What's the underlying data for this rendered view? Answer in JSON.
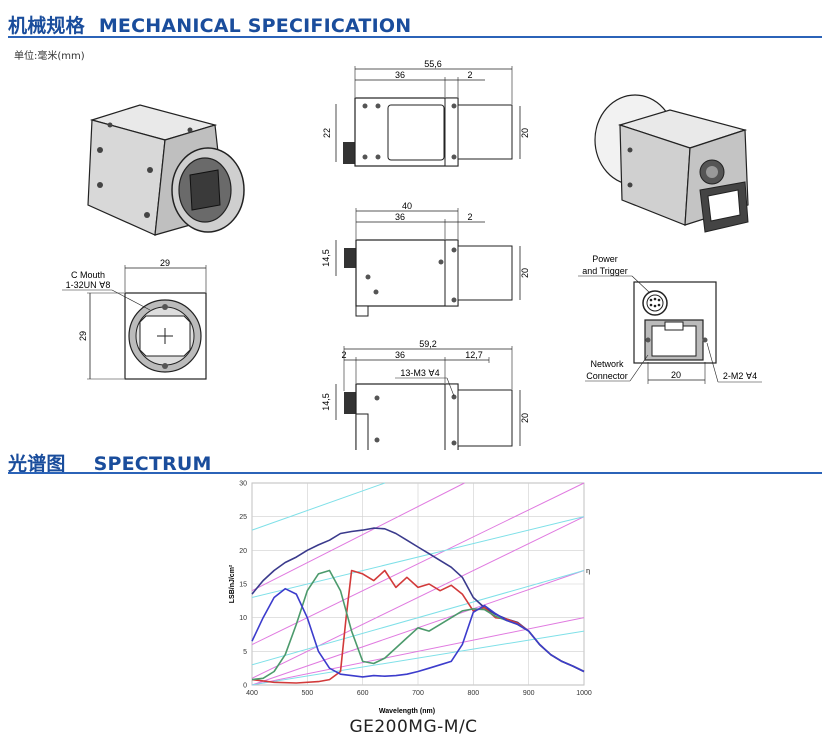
{
  "mechanical": {
    "title_cn": "机械规格",
    "title_en": "MECHANICAL SPECIFICATION",
    "unit_label": "单位:毫米(mm)"
  },
  "front_view": {
    "dim_width": "29",
    "dim_height": "29",
    "mount_label_1": "C Mouth",
    "mount_label_2": "1-32UN ∀8"
  },
  "top_view": {
    "dim_total": "55,6",
    "dim_body": "36",
    "dim_offset": "2",
    "dim_left": "22",
    "dim_right": "20"
  },
  "side_view": {
    "dim_total": "40",
    "dim_body": "36",
    "dim_offset": "2",
    "dim_left": "14,5",
    "dim_right": "20"
  },
  "bottom_view": {
    "dim_total": "59,2",
    "dim_left_off": "2",
    "dim_body": "36",
    "dim_right_off": "12,7",
    "hole_label": "13-M3 ∀4",
    "dim_left": "14,5",
    "dim_right": "20"
  },
  "rear_view": {
    "power_label_1": "Power",
    "power_label_2": "and Trigger",
    "network_label_1": "Network",
    "network_label_2": "Connector",
    "dim_width": "20",
    "screw_label": "2-M2 ∀4"
  },
  "spectrum": {
    "title_cn": "光谱图",
    "title_en": "SPECTRUM"
  },
  "chart_data": {
    "type": "line",
    "xlabel": "Wavelength (nm)",
    "ylabel": "LSB/nJ/cm²",
    "right_label": "η",
    "xlim": [
      400,
      1000
    ],
    "ylim": [
      0,
      30
    ],
    "x_ticks": [
      400,
      500,
      600,
      700,
      800,
      900,
      1000
    ],
    "y_ticks": [
      0,
      5,
      10,
      15,
      20,
      25,
      30
    ],
    "grid": true,
    "series": [
      {
        "color": "#3a3a8c",
        "x": [
          400,
          420,
          440,
          460,
          480,
          500,
          520,
          540,
          560,
          580,
          600,
          620,
          640,
          660,
          680,
          700,
          720,
          740,
          760,
          780,
          800,
          820,
          840,
          860,
          880,
          900,
          920,
          940,
          960,
          980,
          1000
        ],
        "y": [
          13.5,
          15.5,
          17,
          18.2,
          19,
          20,
          20.8,
          21.5,
          22.5,
          22.8,
          23,
          23.3,
          23.2,
          22.5,
          21.5,
          20.5,
          19.5,
          18.5,
          17.5,
          16,
          13,
          11.5,
          10.5,
          9.8,
          9.3,
          8,
          6,
          4.5,
          3.5,
          2.8,
          2
        ]
      },
      {
        "color": "#d23a3a",
        "x": [
          400,
          440,
          480,
          520,
          540,
          560,
          570,
          580,
          600,
          620,
          640,
          660,
          680,
          700,
          720,
          740,
          760,
          780,
          800,
          820,
          840,
          860,
          880,
          900,
          920,
          940,
          960,
          980,
          1000
        ],
        "y": [
          0.8,
          0.4,
          0.3,
          0.5,
          0.8,
          2,
          10,
          17,
          16.5,
          15.5,
          17,
          14.5,
          16,
          14.5,
          15,
          14,
          14.8,
          13.5,
          11,
          11.5,
          10,
          9.8,
          9.2,
          8,
          6,
          4.5,
          3.5,
          2.8,
          2
        ]
      },
      {
        "color": "#4c9a6c",
        "x": [
          400,
          420,
          440,
          460,
          480,
          500,
          520,
          540,
          560,
          580,
          600,
          620,
          640,
          660,
          680,
          700,
          720,
          740,
          760,
          780,
          800,
          820,
          840,
          860,
          880,
          900,
          920,
          940,
          960,
          980,
          1000
        ],
        "y": [
          0.8,
          1,
          2,
          4.5,
          9,
          14,
          16.5,
          17,
          14,
          8,
          3.5,
          3.2,
          4,
          5.5,
          7,
          8.5,
          8,
          9,
          10,
          11,
          11.3,
          11.2,
          10.2,
          9.6,
          9,
          8,
          6,
          4.5,
          3.5,
          2.8,
          2
        ]
      },
      {
        "color": "#3c3ccc",
        "x": [
          400,
          420,
          440,
          460,
          480,
          500,
          520,
          540,
          560,
          580,
          600,
          620,
          640,
          660,
          680,
          700,
          720,
          740,
          760,
          780,
          800,
          820,
          840,
          860,
          880,
          900,
          920,
          940,
          960,
          980,
          1000
        ],
        "y": [
          6.5,
          10,
          13,
          14.3,
          13.5,
          10,
          5,
          2.5,
          1.6,
          1.4,
          1.2,
          1.4,
          1.3,
          1.4,
          1.6,
          2,
          2.5,
          3,
          3.5,
          6,
          10.8,
          11.8,
          10.6,
          9.6,
          9,
          8,
          6,
          4.5,
          3.5,
          2.8,
          2
        ]
      }
    ]
  },
  "caption": "GE200MG-M/C"
}
